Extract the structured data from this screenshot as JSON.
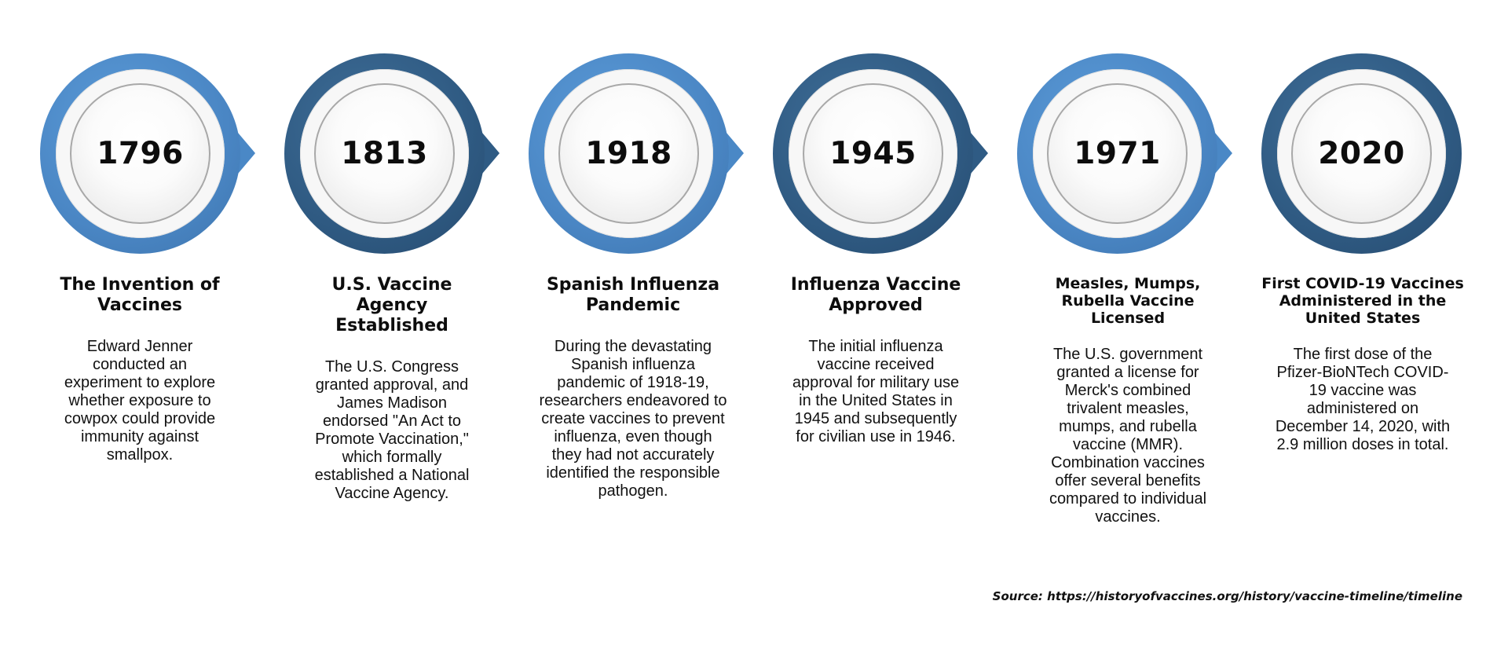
{
  "timeline": {
    "events": [
      {
        "year": "1796",
        "title": "The Invention of Vaccines",
        "description": "Edward Jenner conducted an experiment to explore whether exposure to cowpox could provide immunity against smallpox."
      },
      {
        "year": "1813",
        "title": "U.S. Vaccine Agency Established",
        "description": "The U.S. Congress granted approval, and James Madison endorsed \"An Act to Promote Vaccination,\" which formally established a National Vaccine Agency."
      },
      {
        "year": "1918",
        "title": "Spanish Influenza Pandemic",
        "description": "During the devastating Spanish influenza pandemic of 1918-19, researchers endeavored to create vaccines to prevent influenza, even though they had not accurately identified the responsible pathogen."
      },
      {
        "year": "1945",
        "title": "Influenza Vaccine Approved",
        "description": "The initial influenza vaccine received approval for military use in the United States in 1945 and subsequently for civilian use in 1946."
      },
      {
        "year": "1971",
        "title": "Measles, Mumps, Rubella Vaccine Licensed",
        "description": "The U.S. government granted a license for Merck's combined trivalent measles, mumps, and rubella vaccine (MMR). Combination vaccines offer several benefits compared to individual vaccines."
      },
      {
        "year": "2020",
        "title": "First COVID-19 Vaccines Administered in the United States",
        "description": "The first dose of the Pfizer-BioNTech COVID-19 vaccine was administered on December 14, 2020, with 2.9 million doses in total."
      }
    ],
    "source": "Source: https://historyofvaccines.org/history/vaccine-timeline/timeline"
  },
  "colors": {
    "light_blue": "#4a88c6",
    "dark_blue": "#2f5b84"
  }
}
